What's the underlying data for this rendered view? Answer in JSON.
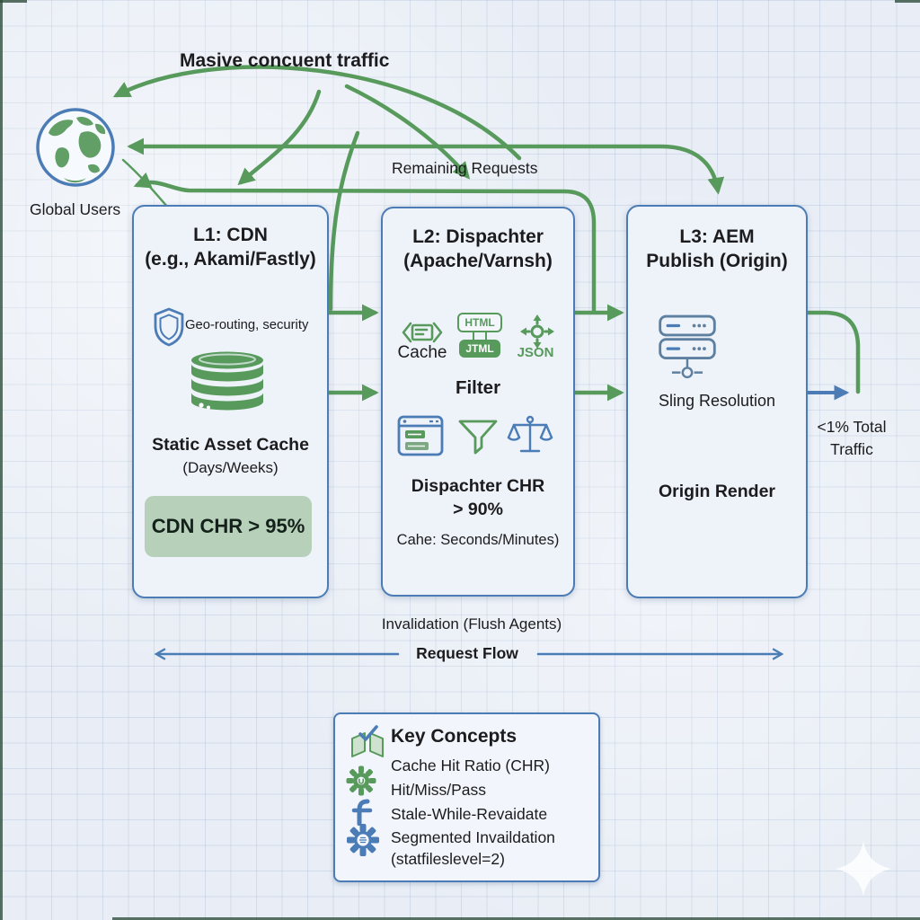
{
  "title": "Masive concuent traffic",
  "globe_label": "Global Users",
  "remaining_requests_label": "Remaining Requests",
  "l1": {
    "title_line1": "L1: CDN",
    "title_line2": "(e.g., Akami/Fastly)",
    "shield_label": "Geo-routing, security",
    "cache_title": "Static Asset Cache",
    "cache_subtitle": "(Days/Weeks)",
    "chr_badge": "CDN CHR > 95%"
  },
  "l2": {
    "title_line1": "L2: Dispachter",
    "title_line2": "(Apache/Varnsh)",
    "cache_label": "Cache",
    "html_badge": "HTML",
    "jtml_badge": "JTML",
    "json_label": "JSON",
    "filter_label": "Filter",
    "chr_line1": "Dispachter CHR",
    "chr_line2": "> 90%",
    "cache_note": "Cahe: Seconds/Minutes)"
  },
  "l3": {
    "title_line1": "L3: AEM",
    "title_line2": "Publish (Origin)",
    "sling_label": "Sling Resolution",
    "origin_label": "Origin Render"
  },
  "right_note": {
    "line1": "<1% Total",
    "line2": "Traffic"
  },
  "bottom": {
    "invalidation_label": "Invalidation (Flush Agents)",
    "request_flow_label": "Request Flow"
  },
  "key_concepts": {
    "title": "Key Concepts",
    "items": [
      "Cache Hit Ratio (CHR)",
      "Hit/Miss/Pass",
      "Stale-While-Revaidate",
      "Segmented Invaildation",
      "(statfileslevel=2)"
    ]
  },
  "colors": {
    "green": "#579a5c",
    "blue": "#4b7cb6",
    "box_fill": "#eef2f9",
    "chr_badge_fill": "#b6d0b9",
    "background": "#e9eef6",
    "text": "#1c1c1e"
  }
}
